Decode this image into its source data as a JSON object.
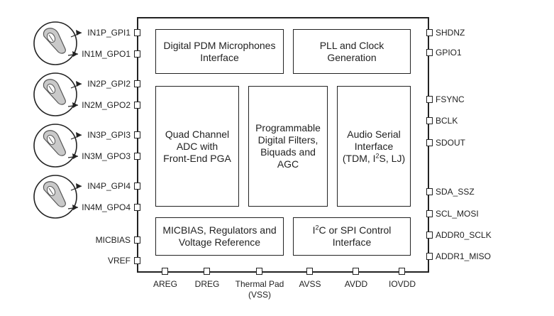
{
  "blocks": {
    "pdm": "Digital PDM Microphones\nInterface",
    "pll": "PLL and Clock\nGeneration",
    "adc": "Quad Channel\nADC with\nFront-End PGA",
    "filters": "Programmable\nDigital Filters,\nBiquads and\nAGC",
    "asi_line1": "Audio Serial",
    "asi_line2": "Interface",
    "asi_pre": "(TDM, I",
    "asi_sup": "2",
    "asi_post": "S, LJ)",
    "micbias": "MICBIAS, Regulators and\nVoltage Reference",
    "i2c_pre": "I",
    "i2c_sup": "2",
    "i2c_post": "C or SPI Control",
    "i2c_line2": "Interface"
  },
  "left_pins": [
    "IN1P_GPI1",
    "IN1M_GPO1",
    "IN2P_GPI2",
    "IN2M_GPO2",
    "IN3P_GPI3",
    "IN3M_GPO3",
    "IN4P_GPI4",
    "IN4M_GPO4",
    "MICBIAS",
    "VREF"
  ],
  "right_pins": [
    "SHDNZ",
    "GPIO1",
    "FSYNC",
    "BCLK",
    "SDOUT",
    "SDA_SSZ",
    "SCL_MOSI",
    "ADDR0_SCLK",
    "ADDR1_MISO"
  ],
  "bottom_pins": [
    "AREG",
    "DREG",
    "Thermal Pad\n(VSS)",
    "AVSS",
    "AVDD",
    "IOVDD"
  ],
  "microphones": [
    "microphone-1",
    "microphone-2",
    "microphone-3",
    "microphone-4"
  ]
}
